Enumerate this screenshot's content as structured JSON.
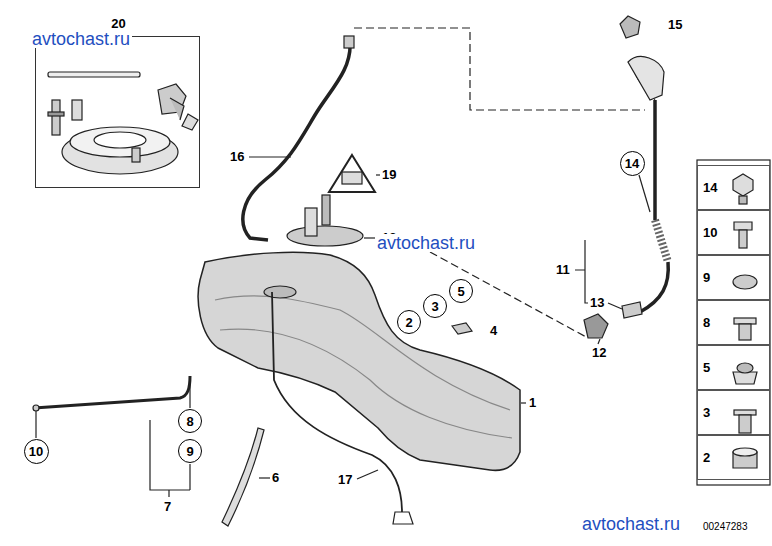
{
  "diagram": {
    "nodes": [
      {
        "text": [
          "20"
        ]
      },
      {
        "text": [
          "14"
        ]
      },
      {
        "text": [
          "5"
        ]
      },
      {
        "text": [
          "3"
        ]
      },
      {
        "text": [
          "2"
        ]
      },
      {
        "text": [
          "8"
        ]
      },
      {
        "text": [
          "9"
        ]
      },
      {
        "text": [
          "10"
        ]
      },
      {
        "text": [
          "14"
        ]
      },
      {
        "text": [
          "10"
        ]
      },
      {
        "text": [
          "9"
        ]
      },
      {
        "text": [
          "8"
        ]
      },
      {
        "text": [
          "5"
        ]
      },
      {
        "text": [
          "3"
        ]
      },
      {
        "text": [
          "2"
        ]
      }
    ],
    "labels": [
      "avtochast.ru",
      "15",
      "16",
      "19",
      "18",
      "avtochast.ru",
      "4",
      "11",
      "13",
      "12",
      "1",
      "6",
      "17",
      "7",
      "avtochast.ru",
      "00247283"
    ]
  }
}
